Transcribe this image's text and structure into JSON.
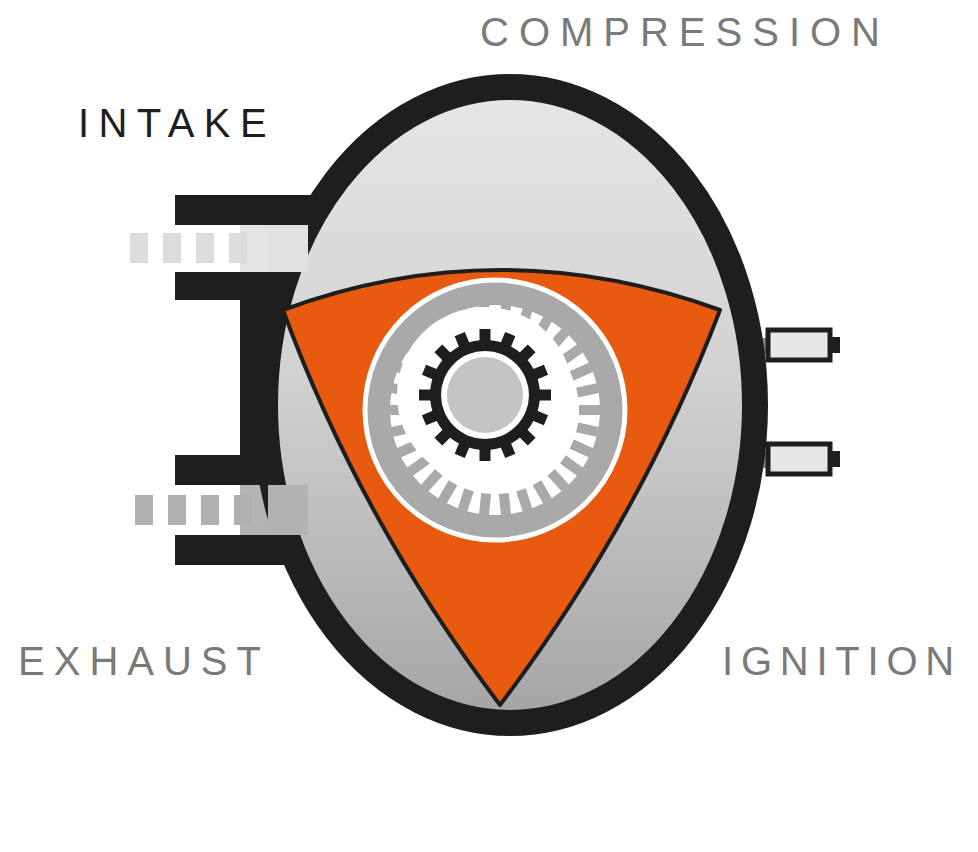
{
  "diagram": {
    "labels": [
      "INTAKE",
      "COMPRESSION",
      "EXHAUST",
      "IGNITION"
    ]
  }
}
